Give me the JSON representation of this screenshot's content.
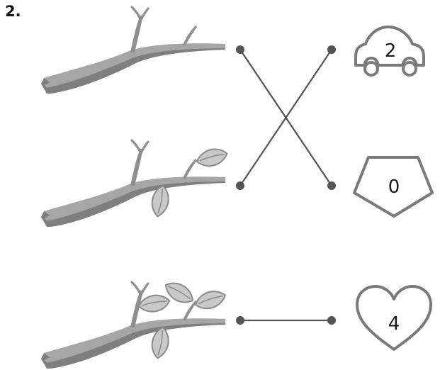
{
  "exercise_number": "2.",
  "left_items": [
    {
      "name": "branch-0-leaves",
      "leaves": 0
    },
    {
      "name": "branch-2-leaves",
      "leaves": 2
    },
    {
      "name": "branch-4-leaves",
      "leaves": 4
    }
  ],
  "right_items": [
    {
      "shape": "car",
      "number": "2"
    },
    {
      "shape": "pentagon",
      "number": "0"
    },
    {
      "shape": "heart",
      "number": "4"
    }
  ],
  "connections": [
    {
      "from": 0,
      "to": 1
    },
    {
      "from": 1,
      "to": 0
    },
    {
      "from": 2,
      "to": 2
    }
  ],
  "colors": {
    "branch_light": "#a6a6a6",
    "branch_dark": "#7f7f7f",
    "leaf_fill": "#c9c9c9",
    "leaf_stroke": "#8a8a8a",
    "line": "#555555",
    "dot": "#555555",
    "shape_stroke": "#7a7a7a"
  }
}
